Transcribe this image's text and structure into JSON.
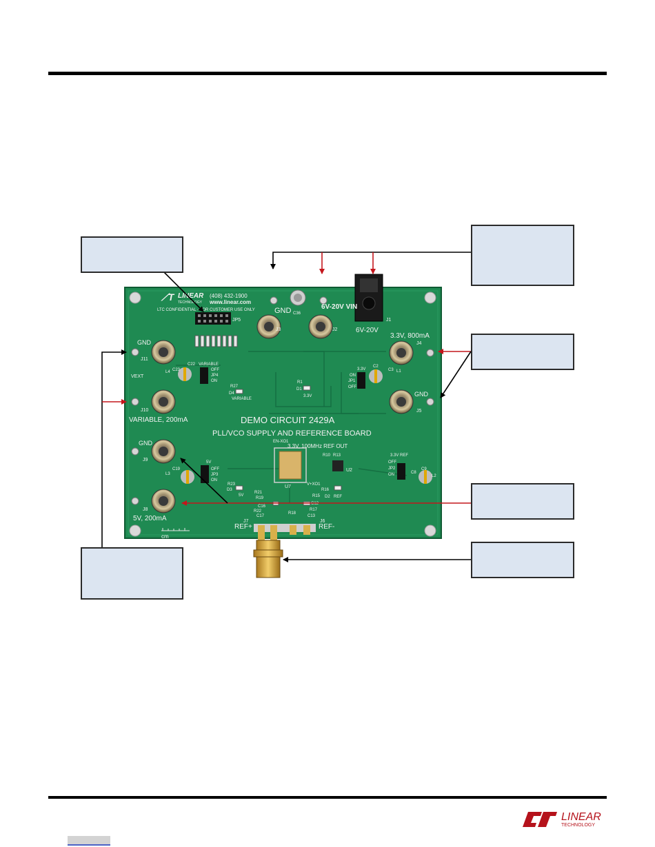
{
  "board": {
    "logo_text": "LINEAR",
    "logo_sub": "TECHNOLOGY",
    "phone": "(408) 432-1900",
    "website": "www.linear.com",
    "confidential": "LTC CONFIDENTIAL - FOR CUSTOMER USE ONLY",
    "title_line1": "DEMO CIRCUIT 2429A",
    "title_line2": "PLL/VCO SUPPLY AND REFERENCE BOARD",
    "ref_out_label": "3.3V, 100MHz REF OUT",
    "connectors": {
      "j3_label": "GND",
      "j3_id": "J3",
      "j2_label": "6V-20V VIN",
      "j2_id": "J2",
      "j1_label": "6V-20V",
      "j1_id": "J1",
      "j4_label": "3.3V, 800mA",
      "j4_id": "J4",
      "j5_label": "GND",
      "j5_id": "J5",
      "j11_label": "GND",
      "j11_id": "J11",
      "vext_label": "VEXT",
      "j10_label": "VARIABLE, 200mA",
      "j10_id": "J10",
      "j9_label": "GND",
      "j9_id": "J9",
      "j8_label": "5V, 200mA",
      "j8_id": "J8",
      "j7_label": "REF+",
      "j7_id": "J7",
      "j6_label": "REF-",
      "j6_id": "J6"
    },
    "jumpers": {
      "jp5": "JP5",
      "jp4": "JP4",
      "jp4_off": "OFF",
      "jp4_on": "ON",
      "jp4_title": "VARIABLE",
      "jp1": "JP1",
      "jp1_title": "3.3V",
      "jp1_on": "ON",
      "jp1_off": "OFF",
      "jp3": "JP3",
      "jp3_title": "5V",
      "jp3_off": "OFF",
      "jp3_on": "ON",
      "jp2": "JP2",
      "jp2_title": "3.3V REF",
      "jp2_off": "OFF",
      "jp2_on": "ON"
    },
    "components": {
      "c36": "C36",
      "c22": "C22",
      "c23": "C23",
      "l4": "L4",
      "r27": "R27",
      "d4": "D4",
      "d4_label": "VARIABLE",
      "r1": "R1",
      "d1": "D1",
      "d1_label": "3.3V",
      "c2": "C2",
      "c3": "C3",
      "l1": "L1",
      "en_xo1": "EN-XO1",
      "u7": "U7",
      "u2": "U2",
      "r10": "R10",
      "r13": "R13",
      "r23": "R23",
      "d3": "D3",
      "d3_label": "5V",
      "r21": "R21",
      "r19": "R19",
      "l3": "L3",
      "c19": "C19",
      "d2": "D2",
      "d2_label": "REF",
      "c16": "C16",
      "c17": "C17",
      "r18": "R18",
      "r17": "R17",
      "c13": "C13",
      "r15": "R15",
      "r16": "R16",
      "v_xo1": "V+XO1",
      "c8": "C8",
      "c9": "C9",
      "l2": "L2",
      "r22": "R22",
      "c12": "C12",
      "cm": "cm"
    }
  },
  "colors": {
    "pcb": "#1f8a52",
    "pcb_dark": "#167244",
    "callout_fill": "#dce5f1",
    "arrow_red": "#c4161c",
    "arrow_black": "#000000",
    "logo_red": "#b5121b"
  },
  "footer": {
    "logo_text": "LINEAR",
    "logo_sub": "TECHNOLOGY"
  }
}
